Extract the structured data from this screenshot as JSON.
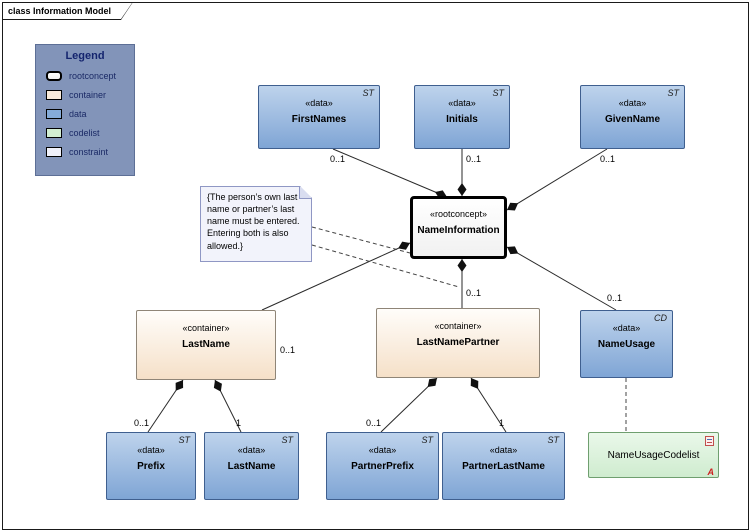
{
  "frame": {
    "title": "class Information Model"
  },
  "legend": {
    "title": "Legend",
    "items": [
      {
        "label": "rootconcept",
        "color": "#FFFFFF"
      },
      {
        "label": "container",
        "color": "#F8EADB"
      },
      {
        "label": "data",
        "color": "#85ABD9"
      },
      {
        "label": "codelist",
        "color": "#D2EED2"
      },
      {
        "label": "constraint",
        "color": "#F0F1FA"
      }
    ]
  },
  "nodes": {
    "firstnames": {
      "stereotype": "«data»",
      "name": "FirstNames",
      "tag": "ST"
    },
    "initials": {
      "stereotype": "«data»",
      "name": "Initials",
      "tag": "ST"
    },
    "givenname": {
      "stereotype": "«data»",
      "name": "GivenName",
      "tag": "ST"
    },
    "nameinformation": {
      "stereotype": "«rootconcept»",
      "name": "NameInformation"
    },
    "lastname_container": {
      "stereotype": "«container»",
      "name": "LastName"
    },
    "lastnamepartner": {
      "stereotype": "«container»",
      "name": "LastNamePartner"
    },
    "nameusage": {
      "stereotype": "«data»",
      "name": "NameUsage",
      "tag": "CD"
    },
    "prefix": {
      "stereotype": "«data»",
      "name": "Prefix",
      "tag": "ST"
    },
    "lastname_data": {
      "stereotype": "«data»",
      "name": "LastName",
      "tag": "ST"
    },
    "partnerprefix": {
      "stereotype": "«data»",
      "name": "PartnerPrefix",
      "tag": "ST"
    },
    "partnerlastname": {
      "stereotype": "«data»",
      "name": "PartnerLastName",
      "tag": "ST"
    },
    "nameusagecodelist": {
      "name": "NameUsageCodelist",
      "corner_mark": "A"
    }
  },
  "note": {
    "text": "{The person’s own last name or partner’s last name must be entered. Entering both is also allowed.}"
  },
  "multiplicities": {
    "firstnames": "0..1",
    "initials": "0..1",
    "givenname": "0..1",
    "lastname": "0..1",
    "lastnamepartner": "0..1",
    "nameusage": "0..1",
    "prefix": "0..1",
    "lastname_data": "1",
    "partnerprefix": "0..1",
    "partnerlastname": "1"
  },
  "colors": {
    "data_fill": "#85ABD9",
    "container_fill": "#F8EADB",
    "codelist_fill": "#D2EED2",
    "constraint_fill": "#F0F1FA",
    "rootconcept_border": "#000000",
    "legend_bg": "#8294B9"
  }
}
